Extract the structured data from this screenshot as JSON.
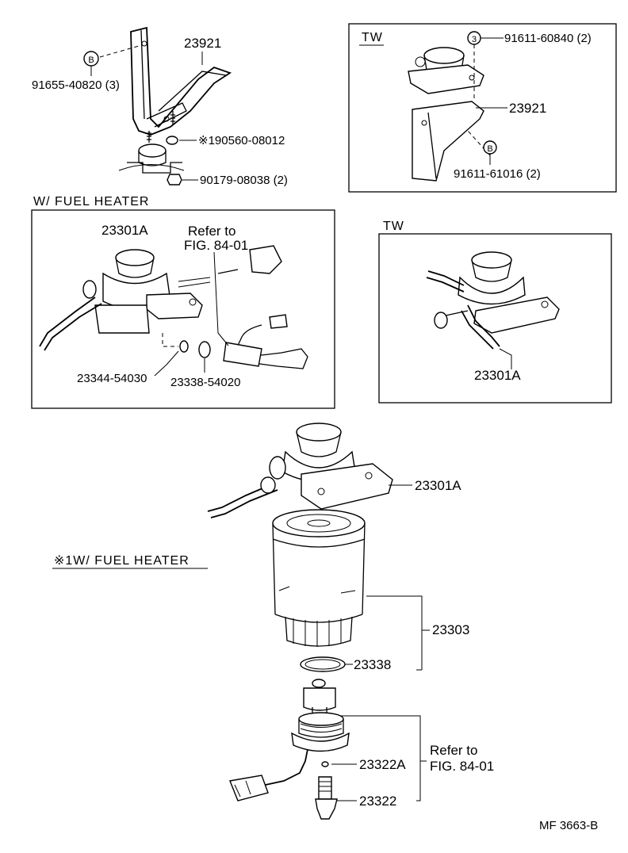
{
  "tw_top": {
    "header": "TW",
    "labels": {
      "nut_3": "91611-60840 (2)",
      "bracket": "23921",
      "bolt_b": "91611-61016 (2)"
    },
    "markers": {
      "three": "3",
      "b": "B"
    }
  },
  "top_left": {
    "labels": {
      "bracket": "23921",
      "bolt": "91655-40820 (3)",
      "insulator": "※190560-08012",
      "nut": "90179-08038 (2)"
    },
    "markers": {
      "b": "B"
    }
  },
  "fuel_heater_box": {
    "header": "W/ FUEL HEATER",
    "labels": {
      "pump": "23301A",
      "refer_line1": "Refer to",
      "refer_line2": "FIG. 84-01",
      "gasket1": "23344-54030",
      "gasket2": "23338-54020"
    }
  },
  "tw_mid": {
    "header": "TW",
    "labels": {
      "pump": "23301A"
    }
  },
  "main": {
    "note": "※1W/ FUEL HEATER",
    "labels": {
      "pump": "23301A",
      "filter": "23303",
      "oring": "23338",
      "small_oring": "23322A",
      "switch": "23322",
      "refer_line1": "Refer to",
      "refer_line2": "FIG. 84-01"
    }
  },
  "footer": {
    "code": "MF  3663-B"
  }
}
